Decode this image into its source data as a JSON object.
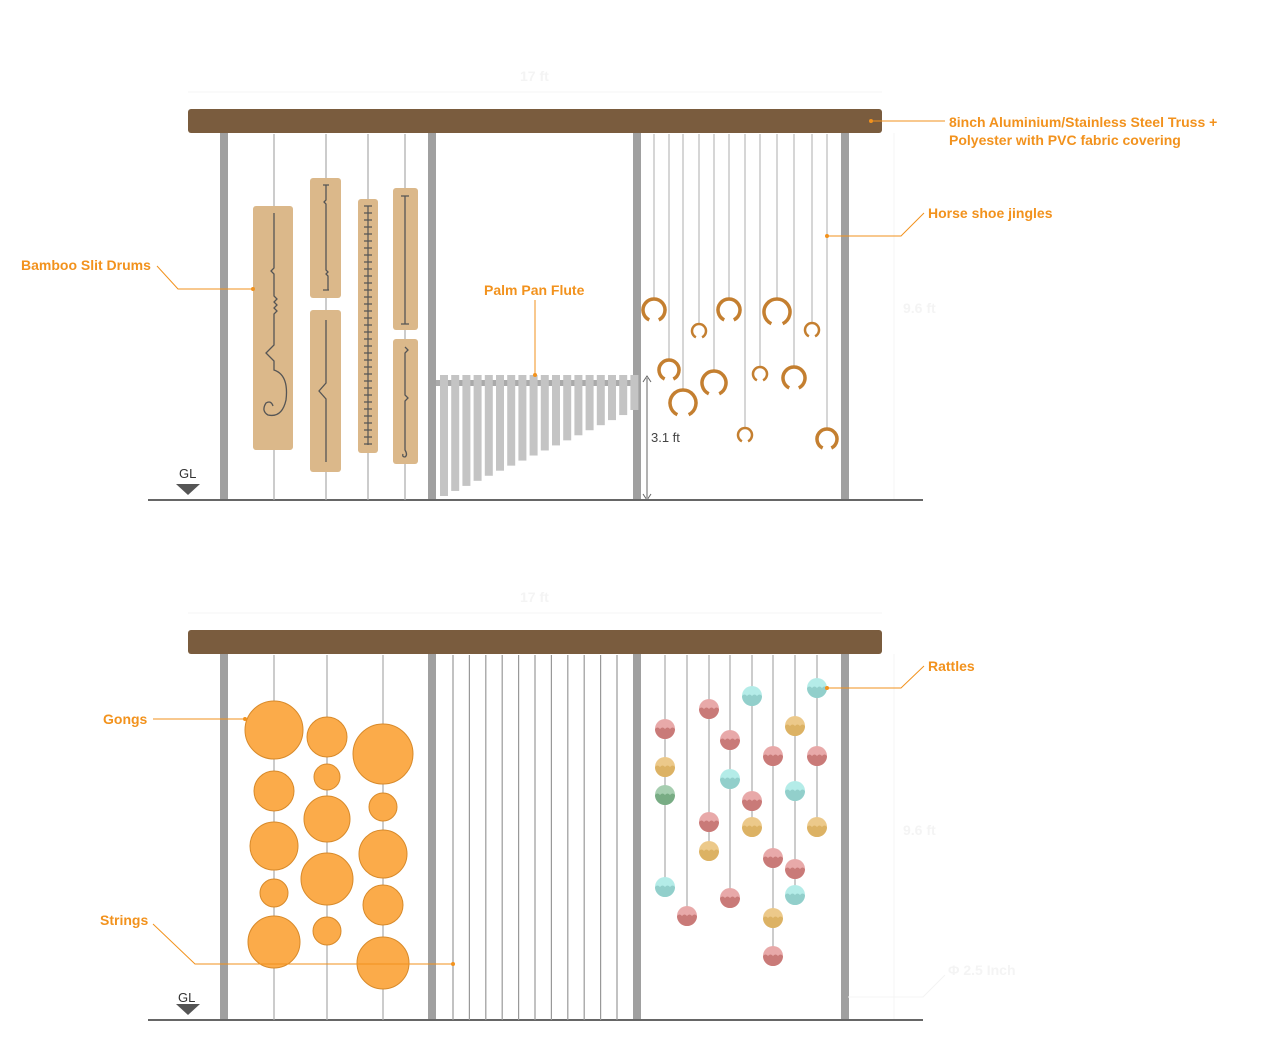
{
  "colors": {
    "beam": "#7a5c3e",
    "post": "#a0a0a0",
    "accent": "#f2921d",
    "bamboo": "#dbb88a",
    "jingle": "#c47f30",
    "gong": "#fbab4a",
    "pipe": "#c4c4c4"
  },
  "top": {
    "width_dim": "17 ft",
    "height_dim": "9.6 ft",
    "ground": "GL",
    "flute_height": "3.1 ft",
    "labels": {
      "truss": "8inch Aluminium/Stainless Steel Truss +",
      "truss2": "Polyester with PVC fabric covering",
      "jingles": "Horse shoe jingles",
      "bamboo": "Bamboo Slit Drums",
      "flute": "Palm Pan Flute"
    }
  },
  "bottom": {
    "width_dim": "17 ft",
    "height_dim": "9.6 ft",
    "ground": "GL",
    "diameter": "Φ 2.5 Inch",
    "labels": {
      "rattles": "Rattles",
      "gongs": "Gongs",
      "strings": "Strings"
    }
  },
  "rattle_colors": {
    "pink": "#e8a9a9",
    "yellow": "#ecc98a",
    "green": "#a6ceb0",
    "cyan": "#b4ece8"
  }
}
